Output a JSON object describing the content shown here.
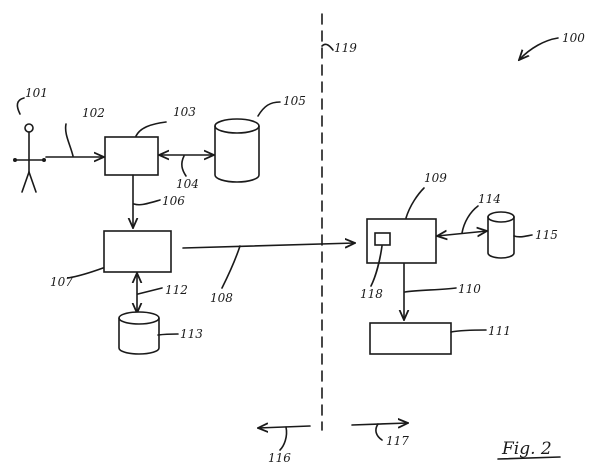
{
  "figure": {
    "caption": "Fig. 2",
    "assembly_ref": "100",
    "divider_ref": "119",
    "direction_refs": {
      "left": "116",
      "right": "117"
    },
    "refs": {
      "user": "101",
      "input_link": "102",
      "input_module": "103",
      "db_link_top": "104",
      "database_top": "105",
      "link_down": "106",
      "processor_left": "107",
      "cross_link": "108",
      "remote_unit": "109",
      "remote_link_down": "110",
      "output_unit": "111",
      "db_link_bottom": "112",
      "database_bottom": "113",
      "db_link_right": "114",
      "database_right": "115",
      "sub_component": "118"
    }
  }
}
